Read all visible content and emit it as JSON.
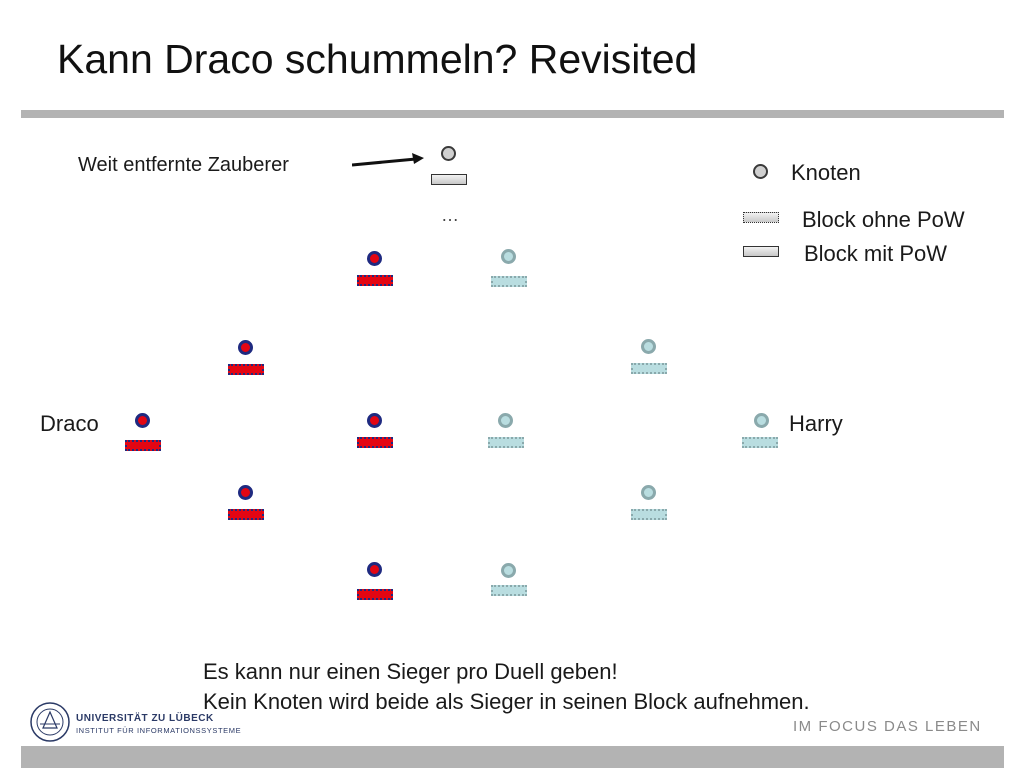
{
  "title": "Kann Draco schummeln? Revisited",
  "labels": {
    "far_wizards": "Weit entfernte Zauberer",
    "ellipsis": "…",
    "draco": "Draco",
    "harry": "Harry"
  },
  "legend": {
    "node": "Knoten",
    "block_no_pow": "Block ohne PoW",
    "block_pow": "Block mit PoW"
  },
  "footer": {
    "line1": "Es kann nur einen Sieger pro Duell geben!",
    "line2": "Kein Knoten wird beide als Sieger in seinen Block aufnehmen."
  },
  "branding": {
    "university": "UNIVERSITÄT ZU LÜBECK",
    "institute": "INSTITUT FÜR INFORMATIONSSYSTEME",
    "slogan": "IM FOCUS DAS LEBEN"
  },
  "colors": {
    "draco_side": "#e30613",
    "harry_side": "#b9dde0",
    "node_outline_red": "#1f2a80"
  }
}
